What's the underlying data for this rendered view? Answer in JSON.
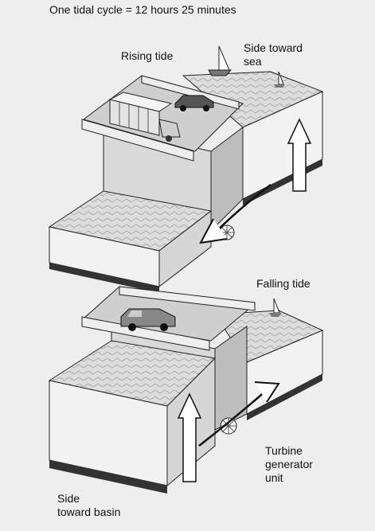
{
  "diagram": {
    "title": "One tidal cycle = 12 hours 25 minutes",
    "top_panel": {
      "label": "Rising tide",
      "sea_side_label_line1": "Side toward",
      "sea_side_label_line2": "sea"
    },
    "bottom_panel": {
      "label": "Falling tide",
      "turbine_label_line1": "Turbine",
      "turbine_label_line2": "generator",
      "turbine_label_line3": "unit",
      "basin_label_line1": "Side",
      "basin_label_line2": "toward basin"
    }
  }
}
